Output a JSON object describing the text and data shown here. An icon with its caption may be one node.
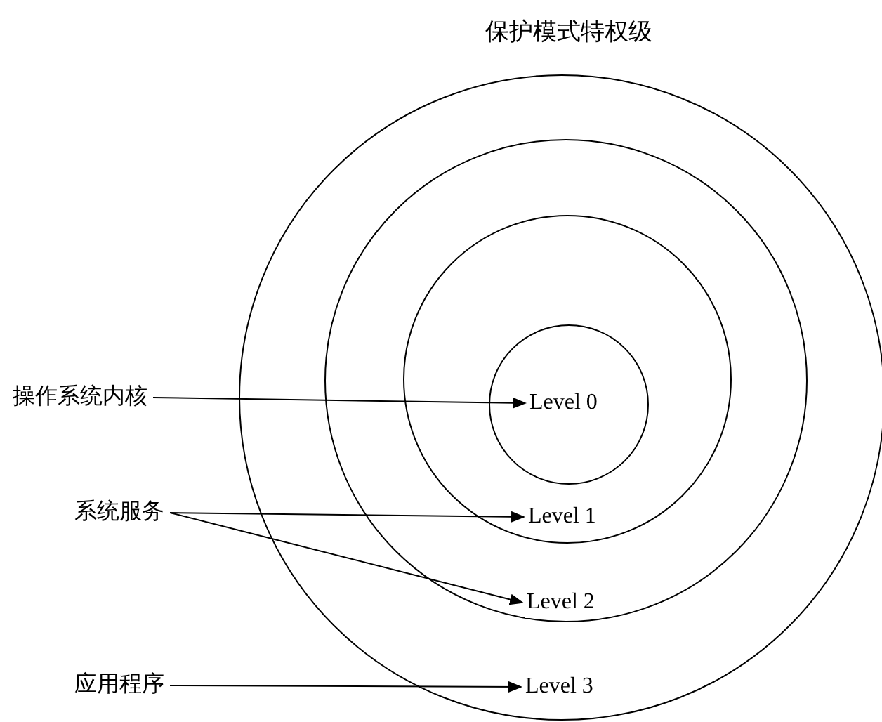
{
  "diagram": {
    "title": "保护模式特权级",
    "nodes": [
      {
        "text": [],
        "shape": "circle"
      },
      {
        "text": [],
        "shape": "circle",
        "in": 0
      },
      {
        "text": [],
        "shape": "circle",
        "in": 1
      },
      {
        "text": [],
        "shape": "circle",
        "in": 2
      },
      {
        "text": [
          "Level 0"
        ],
        "in": 3
      },
      {
        "text": [
          "Level 1"
        ],
        "in": 2
      },
      {
        "text": [
          "Level 2"
        ],
        "in": 1
      },
      {
        "text": [
          "Level 3"
        ],
        "in": 0
      },
      {
        "text": [
          "操作系统内核"
        ]
      },
      {
        "text": [
          "系统服务"
        ]
      },
      {
        "text": [
          "应用程序"
        ]
      }
    ],
    "edges": [
      {
        "from": 8,
        "to": 4,
        "arrow": "to"
      },
      {
        "from": 9,
        "to": 5,
        "arrow": "to"
      },
      {
        "from": 9,
        "to": 6,
        "arrow": "to"
      },
      {
        "from": 10,
        "to": 7,
        "arrow": "to"
      }
    ]
  }
}
